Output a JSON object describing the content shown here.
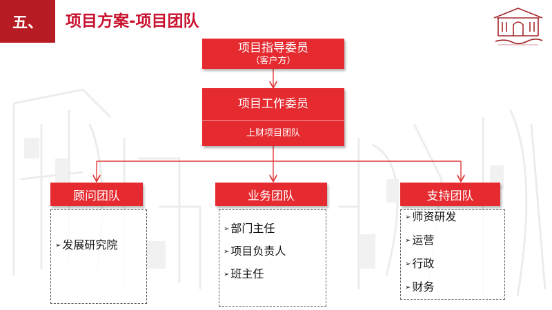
{
  "header": {
    "section_no": "五、",
    "title": "项目方案-项目团队"
  },
  "colors": {
    "accent": "#e52a30",
    "badge": "#b71c24",
    "title": "#c8102e",
    "arrow": "#e03a3a"
  },
  "org": {
    "top": {
      "name": "项目指导委员",
      "note": "（客户方）"
    },
    "work": {
      "name": "项目工作委员",
      "sub": "上财项目团队"
    },
    "teams": [
      {
        "name": "顾问团队",
        "items": [
          "发展研究院"
        ]
      },
      {
        "name": "业务团队",
        "items": [
          "部门主任",
          "项目负责人",
          "班主任"
        ]
      },
      {
        "name": "支持团队",
        "items": [
          "师资研发",
          "运营",
          "行政",
          "财务"
        ]
      }
    ]
  },
  "icons": {
    "logo": "university-gate-logo",
    "bullet": "arrow-bullet-icon"
  }
}
